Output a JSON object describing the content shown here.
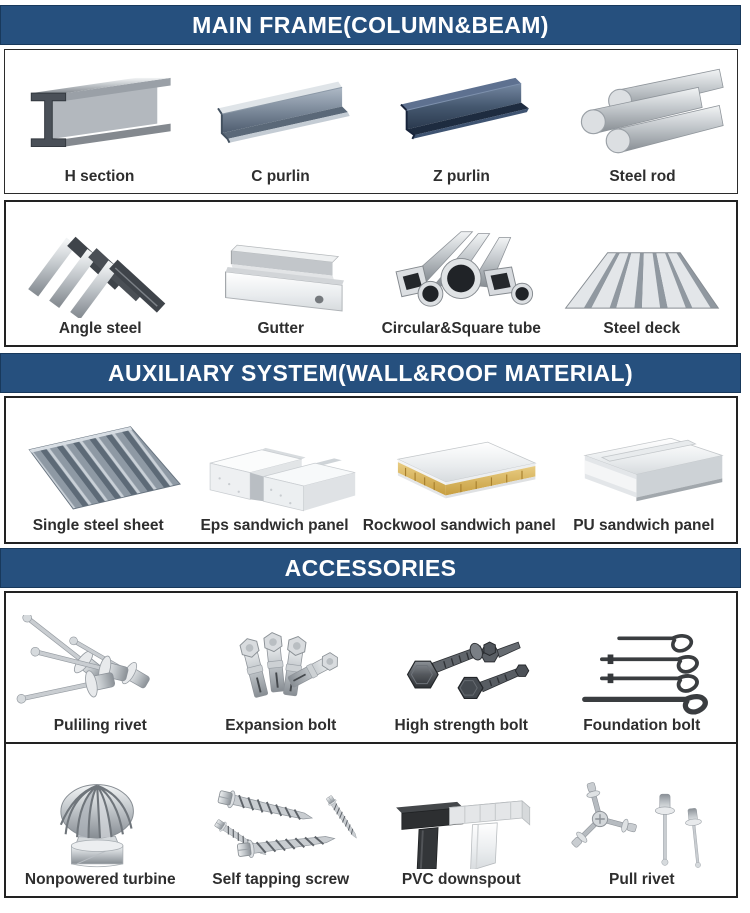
{
  "page": {
    "background": "#ffffff",
    "banner_color": "#26507e",
    "banner_text_color": "#ffffff",
    "border_color": "#222222",
    "label_color": "#2e2e2e"
  },
  "sections": [
    {
      "title": "MAIN FRAME(COLUMN&BEAM)",
      "rows": [
        {
          "items": [
            {
              "label": "H section",
              "image": "h-section-beam"
            },
            {
              "label": "C purlin",
              "image": "c-purlin-channel"
            },
            {
              "label": "Z purlin",
              "image": "z-purlin-channel"
            },
            {
              "label": "Steel rod",
              "image": "steel-rod-bundle"
            }
          ]
        },
        {
          "items": [
            {
              "label": "Angle steel",
              "image": "angle-steel-stack"
            },
            {
              "label": "Gutter",
              "image": "gutter-channel"
            },
            {
              "label": "Circular&Square tube",
              "image": "circular-square-tubes"
            },
            {
              "label": "Steel deck",
              "image": "steel-deck-sheet"
            }
          ]
        }
      ]
    },
    {
      "title": "AUXILIARY SYSTEM(WALL&ROOF MATERIAL)",
      "rows": [
        {
          "items": [
            {
              "label": "Single steel sheet",
              "image": "corrugated-steel-sheet"
            },
            {
              "label": "Eps sandwich panel",
              "image": "eps-sandwich-panel"
            },
            {
              "label": "Rockwool sandwich panel",
              "image": "rockwool-sandwich-panel"
            },
            {
              "label": "PU sandwich panel",
              "image": "pu-sandwich-panel"
            }
          ]
        }
      ]
    },
    {
      "title": "ACCESSORIES",
      "rows": [
        {
          "items": [
            {
              "label": "Puliling rivet",
              "image": "pulling-rivets"
            },
            {
              "label": "Expansion bolt",
              "image": "expansion-bolts"
            },
            {
              "label": "High strength bolt",
              "image": "high-strength-bolts"
            },
            {
              "label": "Foundation bolt",
              "image": "foundation-j-bolts"
            }
          ]
        },
        {
          "items": [
            {
              "label": "Nonpowered turbine",
              "image": "turbine-ventilator"
            },
            {
              "label": "Self tapping screw",
              "image": "self-tapping-screws"
            },
            {
              "label": "PVC downspout",
              "image": "pvc-downspout-fittings"
            },
            {
              "label": "Pull rivet",
              "image": "pull-rivets"
            }
          ]
        }
      ]
    }
  ]
}
